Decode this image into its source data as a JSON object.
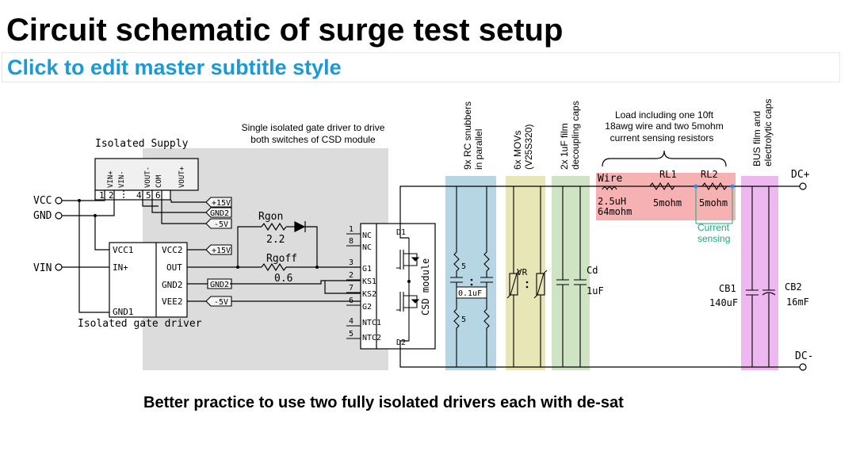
{
  "title": "Circuit schematic of surge test setup",
  "subtitle": "Click to edit master subtitle style",
  "footnote": "Better practice to use two fully isolated drivers each with de-sat",
  "colors": {
    "gate_driver_region": "#dcdcdc",
    "rc_snubber_band": "#b7d6e4",
    "mov_band": "#e8e6b6",
    "film_cap_band": "#cfe3c5",
    "load_region": "#f6b2b2",
    "bus_cap_band": "#edb8ef",
    "current_sense_text": "#1aa87a",
    "sense_dot": "#1e90ff"
  },
  "annotations": {
    "driver_note_line1": "Single isolated gate driver to drive",
    "driver_note_line2": "both switches of CSD module",
    "rc_snubbers_line1": "9x RC snubbers",
    "rc_snubbers_line2": "in parallel",
    "movs_line1": "6x MOVs",
    "movs_line2": "(V25S320)",
    "film_caps_line1": "2x 1uF film",
    "film_caps_line2": "decoupling caps",
    "load_line1": "Load including one 10ft",
    "load_line2": "18awg wire and two 5mohm",
    "load_line3": "current sensing resistors",
    "bus_caps_line1": "BUS film and",
    "bus_caps_line2": "electrolytic caps",
    "current_sensing_line1": "Current",
    "current_sensing_line2": "sensing"
  },
  "labels": {
    "isolated_supply": "Isolated Supply",
    "isolated_gate_driver": "Isolated gate driver",
    "vcc": "VCC",
    "gnd": "GND",
    "vin": "VIN",
    "supply_pins": [
      "VIN+",
      "VIN-",
      "VOUT-",
      "COM",
      "VOUT+"
    ],
    "supply_pin_numbers": [
      "1",
      "2",
      "4",
      "5",
      "6"
    ],
    "rail_p15": "+15V",
    "rail_gnd2": "GND2",
    "rail_m5": "-5V",
    "driver_pins_left": [
      "VCC1",
      "IN+",
      "GND1"
    ],
    "driver_pins_right": [
      "VCC2",
      "OUT",
      "GND2",
      "VEE2"
    ],
    "rgon": "Rgon",
    "rgon_value": "2.2",
    "rgoff": "Rgoff",
    "rgoff_value": "0.6",
    "csd_pin_numbers": [
      "1",
      "8",
      "3",
      "2",
      "7",
      "6",
      "4",
      "5"
    ],
    "csd_pins": [
      "NC",
      "NC",
      "G1",
      "KS1",
      "KS2",
      "G2",
      "NTC1",
      "NTC2"
    ],
    "csd_d1": "D1",
    "csd_d2": "D2",
    "csd_module": "CSD module",
    "snubber_r": "5",
    "snubber_c": "0.1uF",
    "mov": "VR",
    "cd": "Cd",
    "cd_value": "1uF",
    "wire": "Wire",
    "wire_l": "2.5uH",
    "wire_r": "64mohm",
    "rl1": "RL1",
    "rl1_value": "5mohm",
    "rl2": "RL2",
    "rl2_value": "5mohm",
    "cb1": "CB1",
    "cb1_value": "140uF",
    "cb2": "CB2",
    "cb2_value": "16mF",
    "dc_plus": "DC+",
    "dc_minus": "DC-"
  }
}
